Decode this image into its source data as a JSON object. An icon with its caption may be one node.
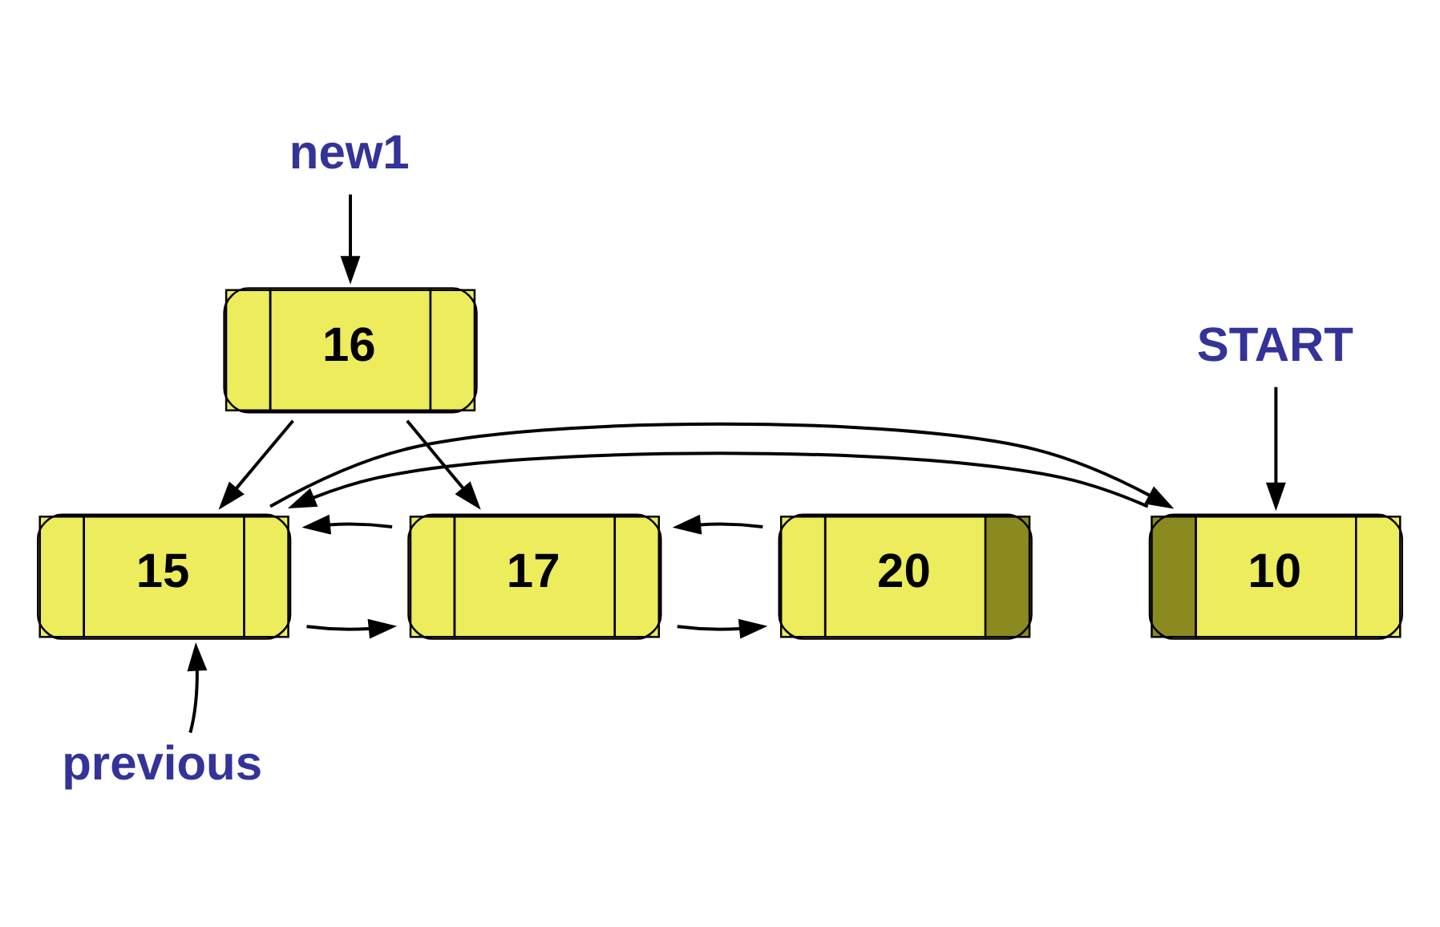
{
  "diagram": {
    "nodes": [
      {
        "text": [
          "new1"
        ]
      },
      {
        "text": [
          "16"
        ]
      },
      {
        "text": [
          "START"
        ]
      },
      {
        "text": [
          "10"
        ]
      },
      {
        "text": [
          "15"
        ]
      },
      {
        "text": [
          "17"
        ]
      },
      {
        "text": [
          "20"
        ]
      },
      {
        "text": [
          "previous"
        ]
      }
    ],
    "edges": [
      {
        "from": 0,
        "to": 1,
        "arrow": "to"
      },
      {
        "from": 1,
        "to": 4,
        "arrow": "to"
      },
      {
        "from": 1,
        "to": 5,
        "arrow": "to"
      },
      {
        "from": 2,
        "to": 3,
        "arrow": "to"
      },
      {
        "from": 3,
        "to": 4,
        "arrow": "to"
      },
      {
        "from": 4,
        "to": 3,
        "arrow": "to"
      },
      {
        "from": 4,
        "to": 5,
        "arrow": "to"
      },
      {
        "from": 5,
        "to": 4,
        "arrow": "to"
      },
      {
        "from": 5,
        "to": 6,
        "arrow": "to"
      },
      {
        "from": 6,
        "to": 5,
        "arrow": "to"
      },
      {
        "from": 7,
        "to": 4,
        "arrow": "to"
      }
    ]
  }
}
